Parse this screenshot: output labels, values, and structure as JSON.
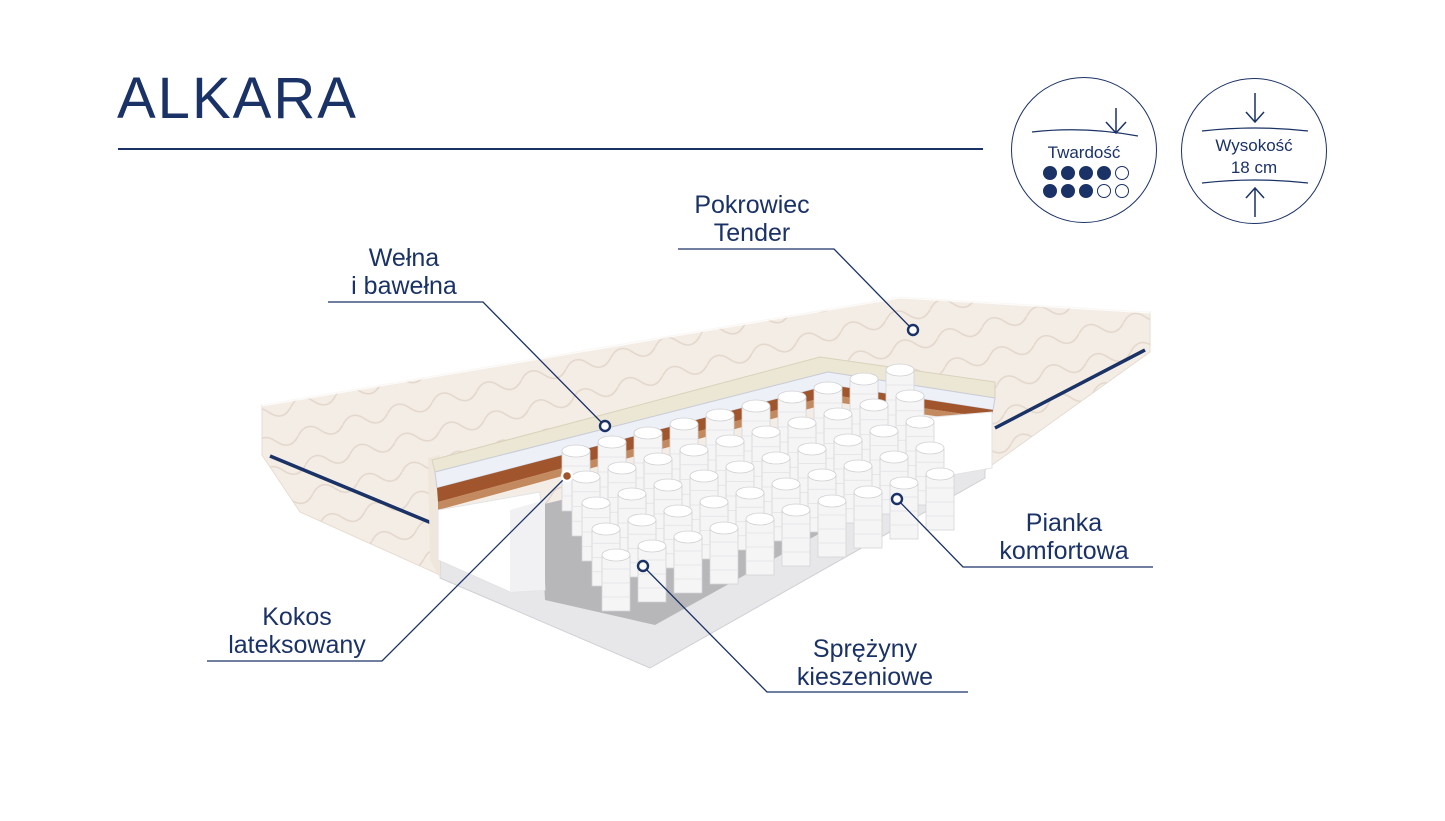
{
  "title": "ALKARA",
  "badges": {
    "hardness": {
      "label": "Twardość",
      "scales": [
        {
          "filled": 4,
          "total": 5
        },
        {
          "filled": 3,
          "total": 5
        }
      ]
    },
    "height": {
      "label": "Wysokość",
      "value": "18 cm"
    }
  },
  "callouts": {
    "cover": {
      "line1": "Pokrowiec",
      "line2": "Tender"
    },
    "wool": {
      "line1": "Wełna",
      "line2": "i bawełna"
    },
    "foam": {
      "line1": "Pianka",
      "line2": "komfortowa"
    },
    "coconut": {
      "line1": "Kokos",
      "line2": "lateksowany"
    },
    "springs": {
      "line1": "Sprężyny",
      "line2": "kieszeniowe"
    }
  },
  "colors": {
    "navy": "#1b3266",
    "cover": "#f4ede6",
    "coconut": "#a0552c",
    "foam": "#ffffff"
  }
}
